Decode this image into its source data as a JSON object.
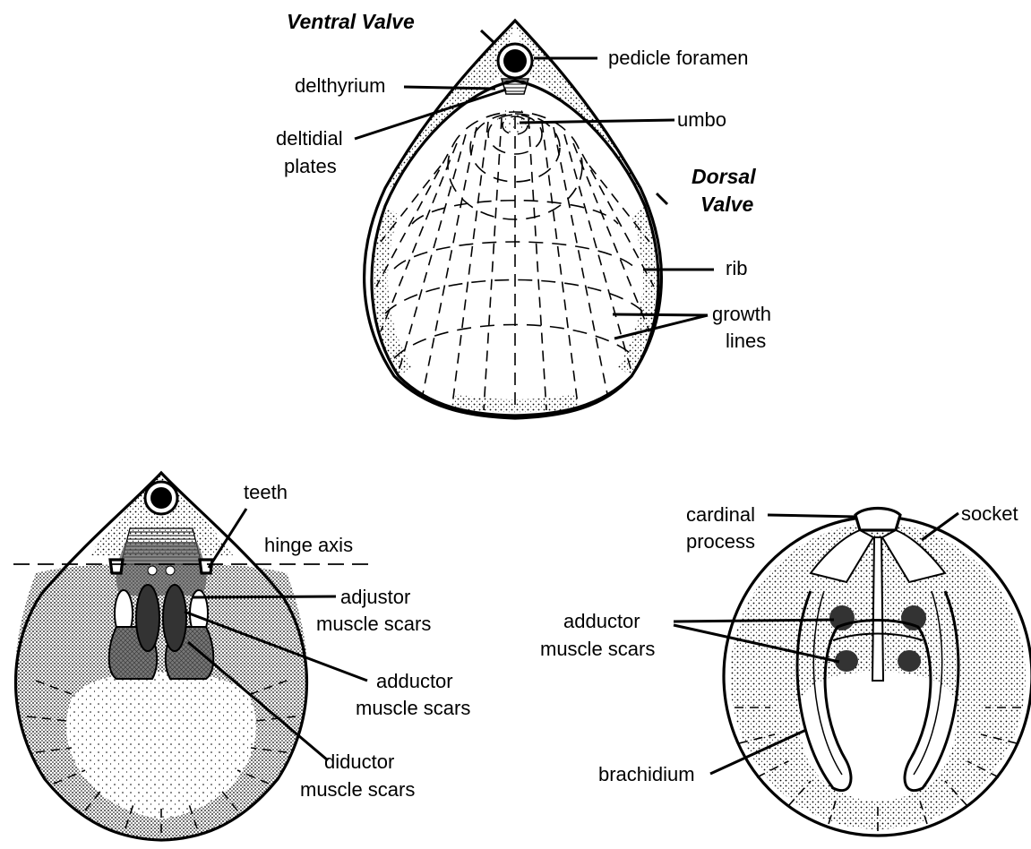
{
  "titles": {
    "ventral_valve": "Ventral Valve",
    "dorsal_valve_line1": "Dorsal",
    "dorsal_valve_line2": "Valve"
  },
  "shell_exterior_labels": {
    "pedicle_foramen": "pedicle foramen",
    "delthyrium": "delthyrium",
    "umbo": "umbo",
    "deltidial_plates_line1": "deltidial",
    "deltidial_plates_line2": "plates",
    "rib": "rib",
    "growth_lines_line1": "growth",
    "growth_lines_line2": "lines"
  },
  "ventral_interior_labels": {
    "teeth": "teeth",
    "hinge_axis": "hinge axis",
    "adjustor_line1": "adjustor",
    "adjustor_line2": "muscle scars",
    "adductor_line1": "adductor",
    "adductor_line2": "muscle scars",
    "diductor_line1": "diductor",
    "diductor_line2": "muscle scars"
  },
  "dorsal_interior_labels": {
    "cardinal_line1": "cardinal",
    "cardinal_line2": "process",
    "socket": "socket",
    "adductor_line1": "adductor",
    "adductor_line2": "muscle scars",
    "brachidium": "brachidium"
  }
}
